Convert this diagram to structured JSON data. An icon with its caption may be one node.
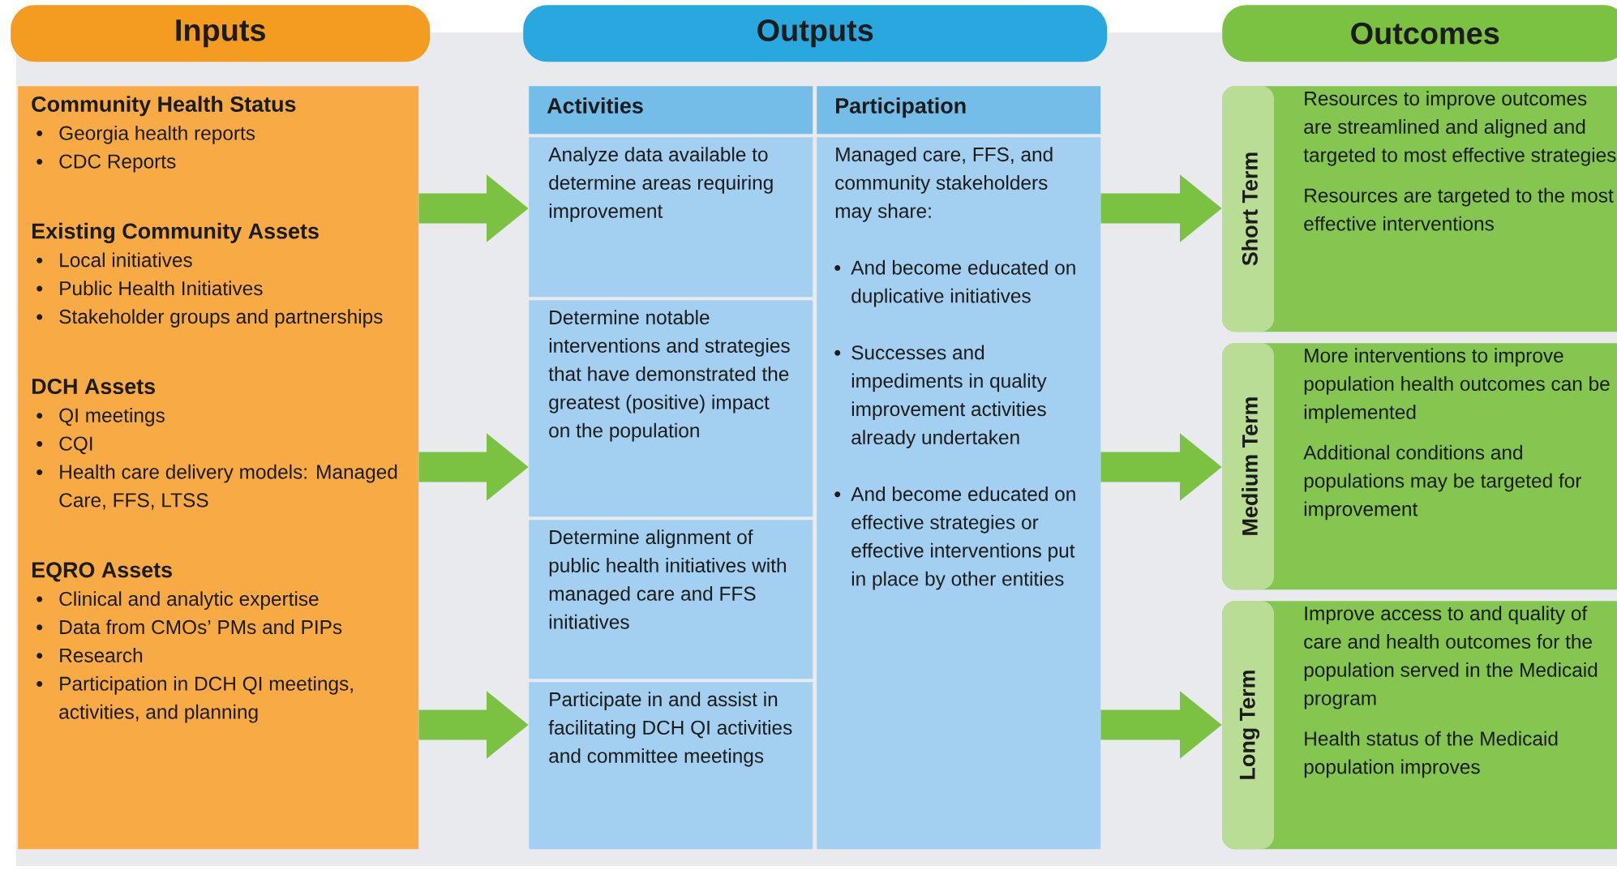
{
  "diagram": {
    "nodes": [
      {
        "text": [
          "Inputs"
        ]
      },
      {
        "text": [
          "Community Health Status",
          "Georgia health reports",
          "CDC Reports",
          "Existing Community Assets",
          "Local initiatives",
          "Public Health Initiatives",
          "Stakeholder groups and partnerships",
          "DCH Assets",
          "QI meetings",
          "CQI",
          "Health care delivery models: Managed Care, FFS, LTSS",
          "EQRO Assets",
          "Clinical and analytic expertise",
          "Data from CMOs’ PMs and PIPs",
          "Research",
          "Participation in DCH QI meetings, activities, and planning"
        ]
      },
      {
        "text": [
          "Outputs"
        ]
      },
      {
        "text": [
          "Activities"
        ]
      },
      {
        "text": [
          "Participation"
        ]
      },
      {
        "text": [
          "Analyze data available to determine areas requiring improvement"
        ]
      },
      {
        "text": [
          "Determine notable interventions and strategies that have demonstrated the greatest (positive) impact on the population"
        ]
      },
      {
        "text": [
          "Determine alignment of public health initiatives with managed care and FFS initiatives"
        ]
      },
      {
        "text": [
          "Participate in and assist in facilitating DCH QI activities and committee meetings"
        ]
      },
      {
        "text": [
          "Managed care, FFS, and community stakeholders may share:",
          "And become educated on duplicative initiatives",
          "Successes and impediments in quality improvement activities already undertaken",
          "And become educated on effective strategies or effective interventions put in place by other entities"
        ]
      },
      {
        "text": [
          "Outcomes"
        ]
      },
      {
        "text": [
          "Short Term",
          "Resources to improve outcomes are streamlined and aligned and targeted to most effective strategies",
          "Resources are targeted to the most effective interventions"
        ]
      },
      {
        "text": [
          "Medium Term",
          "More interventions to improve population health outcomes can be implemented",
          "Additional conditions and populations may be targeted for improvement"
        ]
      },
      {
        "text": [
          "Long Term",
          "Improve access to and quality of care and health outcomes for the population served in the Medicaid program",
          "Health status of the Medicaid population improves"
        ]
      }
    ],
    "edges": [
      {
        "from": 1,
        "to": 5,
        "arrow": "to"
      },
      {
        "from": 1,
        "to": 6,
        "arrow": "to"
      },
      {
        "from": 1,
        "to": 8,
        "arrow": "to"
      },
      {
        "from": 9,
        "to": 11,
        "arrow": "to"
      },
      {
        "from": 9,
        "to": 12,
        "arrow": "to"
      },
      {
        "from": 9,
        "to": 13,
        "arrow": "to"
      }
    ]
  }
}
